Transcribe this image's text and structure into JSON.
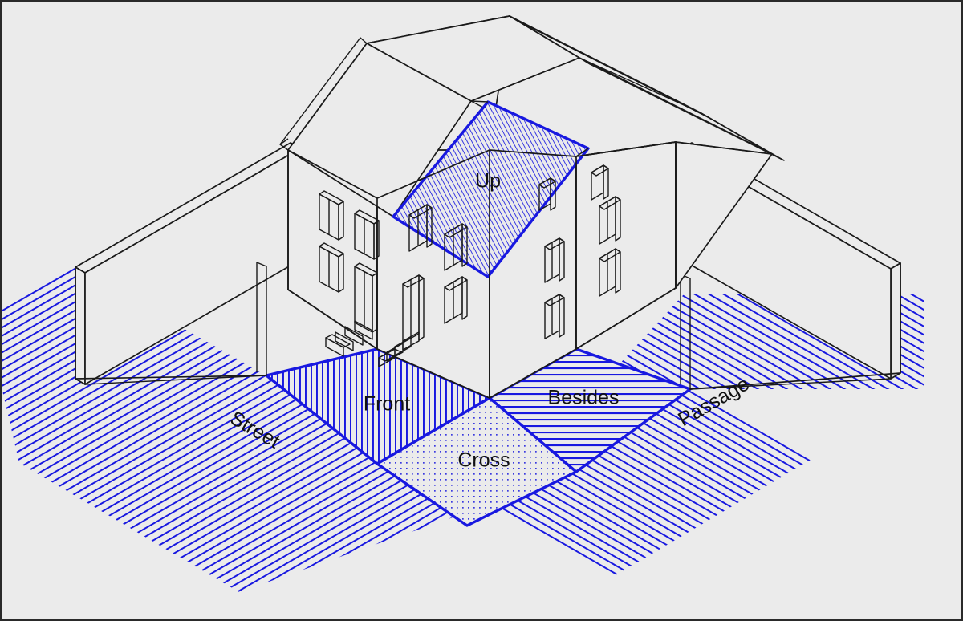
{
  "figure": {
    "type": "isometric-architectural-diagram",
    "background_color": "#ebebeb",
    "border_color": "#2a2a2a",
    "line_color": "#1a1a1a",
    "accent_color": "#1818e0",
    "title": ""
  },
  "labels": {
    "up": "Up",
    "front": "Front",
    "cross": "Cross",
    "besides": "Besides",
    "street": "Street",
    "passage": "Passage"
  },
  "zones": [
    {
      "id": "up",
      "label": "Up",
      "hatch": "diagonal-dense-45",
      "color": "#1818e0",
      "location": "roof-plane-front-right"
    },
    {
      "id": "front",
      "label": "Front",
      "hatch": "vertical",
      "color": "#1818e0",
      "location": "ground-plane-left"
    },
    {
      "id": "cross",
      "label": "Cross",
      "hatch": "dotted-stipple",
      "color": "#1818e0",
      "location": "ground-plane-center-front"
    },
    {
      "id": "besides",
      "label": "Besides",
      "hatch": "horizontal",
      "color": "#1818e0",
      "location": "ground-plane-right"
    },
    {
      "id": "street",
      "label": "Street",
      "hatch": "diagonal-lines-iso",
      "color": "#1818e0",
      "location": "road-band-lower-left"
    },
    {
      "id": "passage",
      "label": "Passage",
      "hatch": "diagonal-lines-iso",
      "color": "#1818e0",
      "location": "road-band-lower-right"
    }
  ],
  "building": {
    "description": "two-storey house with hipped and gabled roof inside a walled plot",
    "storeys": 2,
    "entrances": 2,
    "entrance_steps": 2,
    "roof_highlight_zone": "Up"
  },
  "plot": {
    "description": "rectangular plot bounded by a low perimeter wall on the rear two sides",
    "wall_sides": 2
  }
}
